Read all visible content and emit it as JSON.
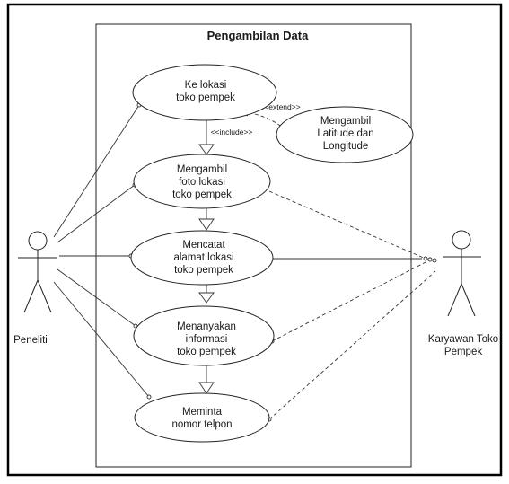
{
  "diagram": {
    "title": "Pengambilan Data",
    "actors": [
      {
        "id": "peneliti",
        "label": [
          "Peneliti"
        ]
      },
      {
        "id": "karyawan",
        "label": [
          "Karyawan Toko",
          "Pempek"
        ]
      }
    ],
    "use_cases": [
      {
        "id": "uc1",
        "lines": [
          "Ke lokasi",
          "toko pempek"
        ]
      },
      {
        "id": "uc2",
        "lines": [
          "Mengambil",
          "foto lokasi",
          "toko pempek"
        ]
      },
      {
        "id": "uc3",
        "lines": [
          "Mencatat",
          "alamat lokasi",
          "toko pempek"
        ]
      },
      {
        "id": "uc4",
        "lines": [
          "Menanyakan",
          "informasi",
          "toko pempek"
        ]
      },
      {
        "id": "uc5",
        "lines": [
          "Meminta",
          "nomor telpon"
        ]
      },
      {
        "id": "uc6",
        "lines": [
          "Mengambil",
          "Latitude dan",
          "Longitude"
        ]
      }
    ],
    "relationships": [
      {
        "id": "rel-extend",
        "label": "<<extend>>"
      },
      {
        "id": "rel-include",
        "label": "<<include>>"
      }
    ]
  }
}
